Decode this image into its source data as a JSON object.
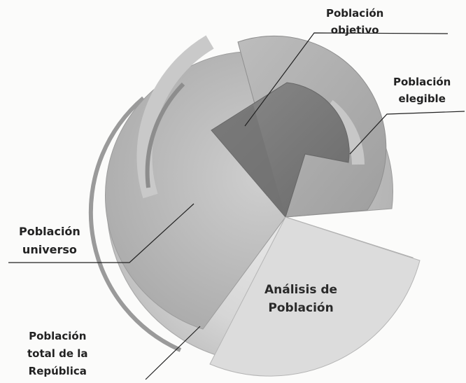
{
  "diagram": {
    "labels": {
      "objetivo": [
        "Población",
        "objetivo"
      ],
      "elegible": [
        "Población",
        "elegible"
      ],
      "universo": [
        "Población",
        "universo"
      ],
      "total": [
        "Población",
        "total de la",
        "República"
      ],
      "analisis": [
        "Análisis de",
        "Población"
      ]
    },
    "colors": {
      "background": "#fbfbfa",
      "outer_sphere": "#cdcdcd",
      "universe_layer": "#b7b7b7",
      "elegible_layer": "#a9a9a9",
      "objective_layer": "#7f7f7f",
      "leader_lines": "#222222",
      "text": "#222222"
    }
  }
}
